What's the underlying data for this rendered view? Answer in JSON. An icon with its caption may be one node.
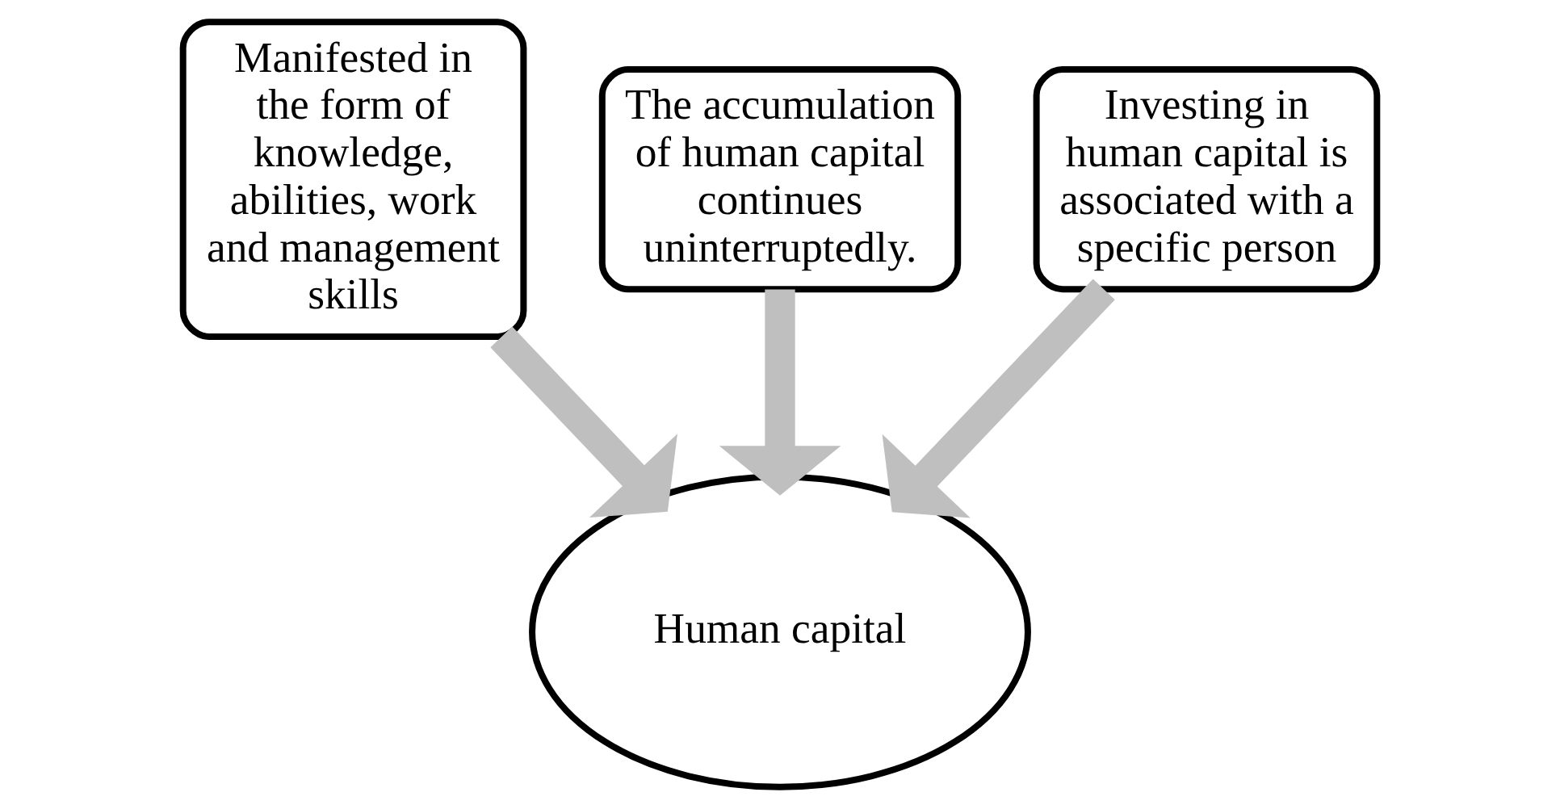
{
  "diagram": {
    "nodes": [
      {
        "text": [
          "Manifested in the form of knowledge, abilities, work and management skills"
        ]
      },
      {
        "text": [
          "The accumulation of human capital continues uninterruptedly."
        ]
      },
      {
        "text": [
          "Investing in human capital is associated with a specific person"
        ]
      },
      {
        "text": [
          "Human capital"
        ]
      }
    ],
    "edges": [
      {
        "from": 0,
        "to": 3,
        "arrow": "to"
      },
      {
        "from": 1,
        "to": 3,
        "arrow": "to"
      },
      {
        "from": 2,
        "to": 3,
        "arrow": "to"
      }
    ]
  }
}
